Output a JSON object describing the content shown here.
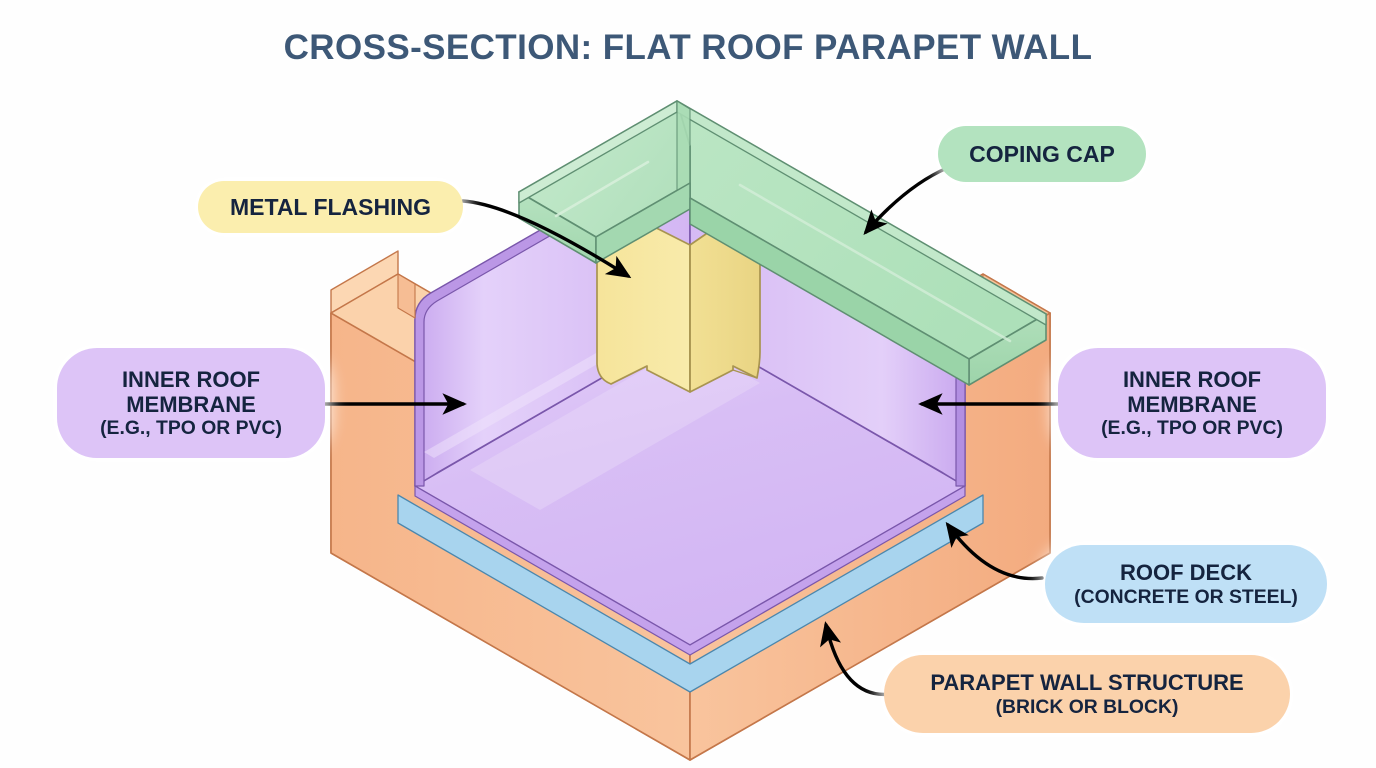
{
  "page": {
    "title": "CROSS-SECTION: FLAT ROOF PARAPET WALL",
    "background_color": "#fefefe",
    "title_color": "#3d5877"
  },
  "callouts": {
    "coping_cap": {
      "label": "COPING CAP",
      "color": "#b3e3bf"
    },
    "metal_flashing": {
      "label": "METAL FLASHING",
      "color": "#fbeeae"
    },
    "membrane_left": {
      "line1": "INNER ROOF",
      "line2": "MEMBRANE",
      "line3": "(E.G., TPO OR PVC)",
      "color": "#ddc4f7"
    },
    "membrane_right": {
      "line1": "INNER ROOF",
      "line2": "MEMBRANE",
      "line3": "(E.G., TPO OR PVC)",
      "color": "#ddc4f7"
    },
    "roof_deck": {
      "line1": "ROOF DECK",
      "line2": "(CONCRETE OR STEEL)",
      "color": "#bfe0f6"
    },
    "parapet_wall": {
      "line1": "PARAPET WALL STRUCTURE",
      "line2": "(BRICK OR BLOCK)",
      "color": "#fbd2ab"
    }
  },
  "layers": {
    "coping_cap": {
      "name": "Coping cap",
      "fill_top": "#bfe7c6",
      "fill_side": "#a9dcb4",
      "stroke": "#5f8f72"
    },
    "metal_flashing": {
      "name": "Metal flashing",
      "fill_front": "#f7e79b",
      "fill_side": "#ecd887",
      "stroke": "#a89450"
    },
    "inner_membrane": {
      "name": "Inner roof membrane",
      "fill_top": "#d8bef5",
      "fill_wall": "#cdaef1",
      "stroke": "#7a57ab"
    },
    "roof_deck": {
      "name": "Roof deck",
      "fill_top": "#a8d4ee",
      "fill_side": "#8ec4e4",
      "stroke": "#4b87ad"
    },
    "parapet_wall": {
      "name": "Parapet wall structure",
      "fill_top": "#fbd2ab",
      "fill_front": "#f7b98e",
      "fill_side": "#f0a87c",
      "stroke": "#c4774a"
    }
  },
  "arrows": {
    "color": "#000000",
    "items": [
      {
        "name": "coping-cap-arrow",
        "from": "COPING CAP callout",
        "to": "coping cap top surface"
      },
      {
        "name": "metal-flashing-arrow",
        "from": "METAL FLASHING callout",
        "to": "flashing inner face"
      },
      {
        "name": "membrane-left-arrow",
        "from": "INNER ROOF MEMBRANE left",
        "to": "membrane inner wall left"
      },
      {
        "name": "membrane-right-arrow",
        "from": "INNER ROOF MEMBRANE right",
        "to": "membrane inner wall right"
      },
      {
        "name": "roof-deck-arrow",
        "from": "ROOF DECK callout",
        "to": "roof deck edge"
      },
      {
        "name": "parapet-wall-arrow",
        "from": "PARAPET WALL callout",
        "to": "parapet outer face"
      }
    ]
  }
}
